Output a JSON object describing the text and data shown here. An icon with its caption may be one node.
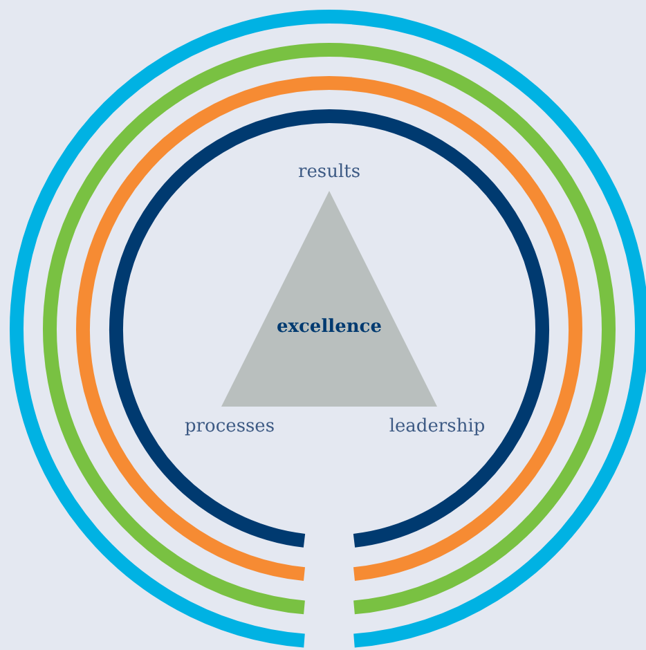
{
  "diagram": {
    "nodes": [
      {
        "text": [
          "excellence"
        ]
      }
    ],
    "labels": [
      "results",
      "processes",
      "leadership"
    ]
  }
}
